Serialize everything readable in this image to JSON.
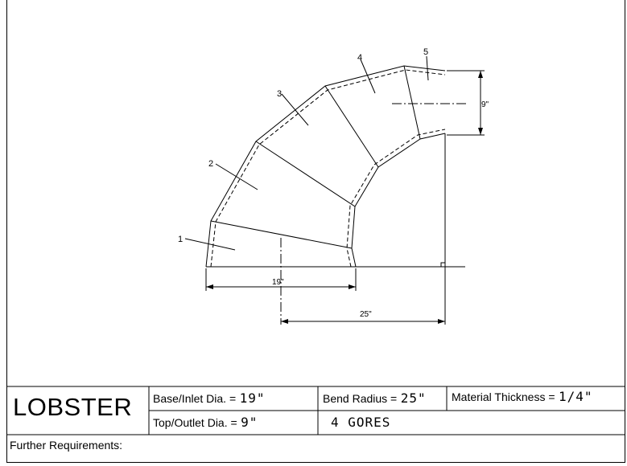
{
  "title_block": {
    "title": "LOBSTER",
    "base_label": "Base/Inlet Dia. =",
    "base_value": "19\"",
    "top_label": "Top/Outlet Dia. =",
    "top_value": "9\"",
    "bend_label": "Bend Radius =",
    "bend_value": "25\"",
    "thickness_label": "Material Thickness =",
    "thickness_value": "1/4\"",
    "gores_text": "4 GORES",
    "further_label": "Further Requirements:"
  },
  "drawing": {
    "gore_labels": [
      "1",
      "2",
      "3",
      "4",
      "5"
    ],
    "dim_base": "19\"",
    "dim_radius": "25\"",
    "dim_top": "9\""
  }
}
